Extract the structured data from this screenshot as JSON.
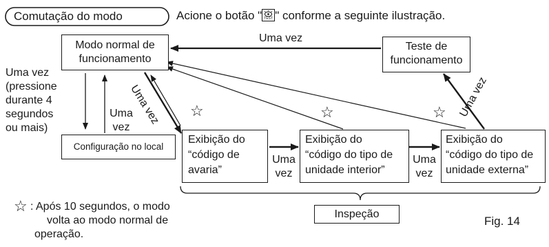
{
  "header": {
    "pill": "Comutação do modo",
    "instruction_before": "Acione o botão \"",
    "instruction_after": "\" conforme a seguinte ilustração.",
    "button_icon_label": "TEST"
  },
  "nodes": {
    "normal": [
      "Modo normal de",
      "funcionamento"
    ],
    "test": [
      "Teste de",
      "funcionamento"
    ],
    "local": "Configuração no local",
    "fault": [
      "Exibição do",
      "“código de",
      "avaria”"
    ],
    "indoor": [
      "Exibição do",
      "“código do tipo de",
      "unidade interior”"
    ],
    "outdoor": [
      "Exibição do",
      "“código do tipo de",
      "unidade externa”"
    ],
    "inspection": "Inspeção"
  },
  "edge_labels": {
    "top_once": "Uma vez",
    "press": [
      "Uma vez",
      "(pressione",
      "durante 4",
      "segundos",
      "ou mais)"
    ],
    "back_once": [
      "Uma",
      "vez"
    ],
    "diag_once": "Uma vez",
    "once_1": [
      "Uma",
      "vez"
    ],
    "once_2": [
      "Uma",
      "vez"
    ],
    "to_test": "Uma vez"
  },
  "legend": {
    "star_symbol": "☆",
    "colon": ":",
    "note": [
      "Após 10 segundos, o modo",
      "volta ao modo normal de",
      "operação."
    ]
  },
  "figure_label": "Fig. 14"
}
